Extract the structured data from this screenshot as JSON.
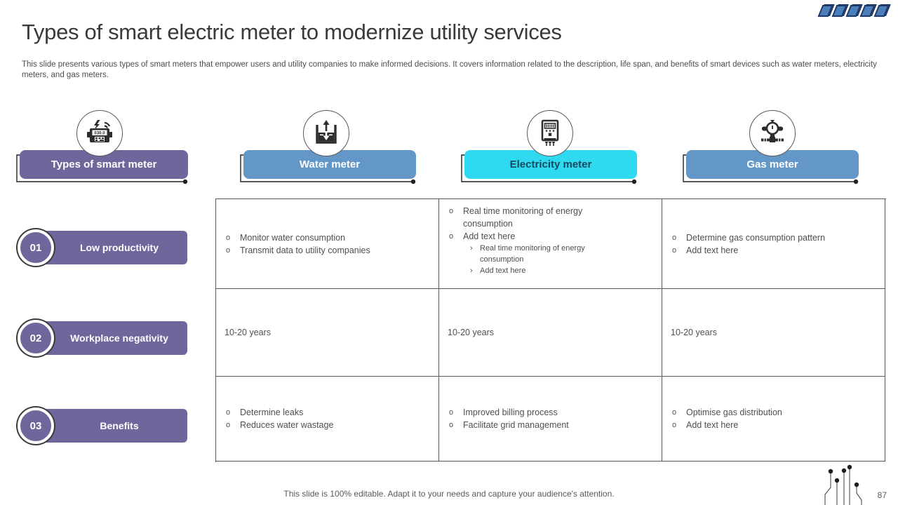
{
  "slide": {
    "title": "Types of smart electric meter to modernize utility services",
    "subtitle": "This slide presents various types of smart meters that empower users and utility companies to make informed decisions. It covers information related to the description, life span, and benefits of smart devices such as water meters, electricity meters, and gas meters.",
    "footer": "This slide is 100% editable. Adapt it to your needs and capture your audience's attention.",
    "page_number": "87"
  },
  "colors": {
    "purple": "#6f679c",
    "blue": "#6397c8",
    "cyan": "#2fd9f0",
    "cyan_text": "#154a5e",
    "panel_fill": "#4a7ebb",
    "panel_outline": "#1f3864",
    "body_text": "#4f4f4f"
  },
  "columns": [
    {
      "label": "Types of smart meter",
      "icon": "smart-meter-icon",
      "color": "#6f679c"
    },
    {
      "label": "Water meter",
      "icon": "water-meter-icon",
      "color": "#6397c8"
    },
    {
      "label": "Electricity meter",
      "icon": "electricity-meter-icon",
      "color": "#2fd9f0"
    },
    {
      "label": "Gas meter",
      "icon": "gas-meter-icon",
      "color": "#6397c8"
    }
  ],
  "rows": [
    {
      "number": "01",
      "label": "Low productivity"
    },
    {
      "number": "02",
      "label": "Workplace negativity"
    },
    {
      "number": "03",
      "label": "Benefits"
    }
  ],
  "table": {
    "markers": {
      "bullet": "o",
      "sub_bullet": "›"
    },
    "r1c1": {
      "bullets": [
        "Monitor water consumption",
        "Transmit data to utility companies"
      ]
    },
    "r1c2": {
      "bullets": [
        "Real time monitoring of energy consumption",
        "Add text here"
      ],
      "sub_bullets": [
        "Real time monitoring of energy consumption",
        "Add text here"
      ]
    },
    "r1c3": {
      "bullets": [
        "Determine gas consumption pattern",
        "Add text here"
      ]
    },
    "r2c1": {
      "text": "10-20 years"
    },
    "r2c2": {
      "text": "10-20 years"
    },
    "r2c3": {
      "text": "10-20 years"
    },
    "r3c1": {
      "bullets": [
        "Determine leaks",
        "Reduces water wastage"
      ]
    },
    "r3c2": {
      "bullets": [
        "Improved billing process",
        "Facilitate grid management"
      ]
    },
    "r3c3": {
      "bullets": [
        "Optimise gas distribution",
        "Add text here"
      ]
    }
  }
}
